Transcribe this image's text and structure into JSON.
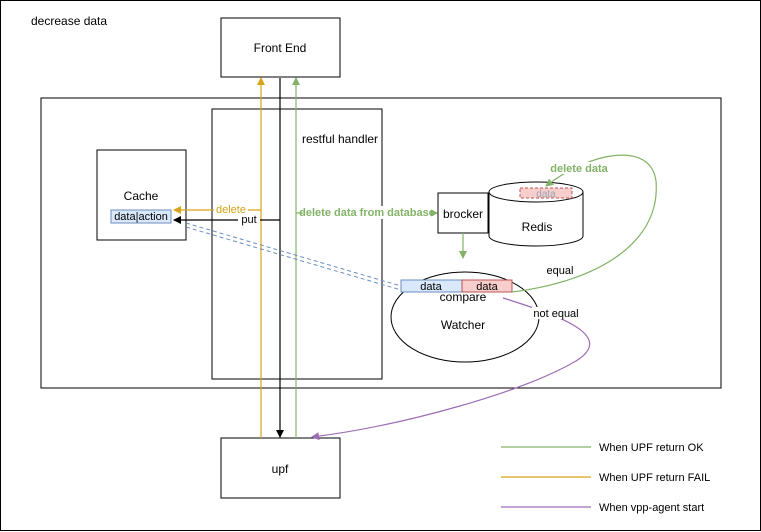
{
  "title": "decrease data",
  "nodes": {
    "front_end": "Front End",
    "restful_handler": "restful handler",
    "cache": "Cache",
    "cache_field": "data|action",
    "broker": "brocker",
    "redis": "Redis",
    "redis_data": "data",
    "watcher": "Watcher",
    "watcher_data_left": "data",
    "watcher_data_right": "data",
    "compare": "compare",
    "upf": "upf"
  },
  "edges": {
    "delete": "delete",
    "put": "put",
    "delete_data_from_database": "delete data from database",
    "delete_data": "delete data",
    "equal": "equal",
    "not_equal": "not equal"
  },
  "legend": [
    {
      "label": "When UPF return OK",
      "color": "#82b366"
    },
    {
      "label": "When UPF return FAIL",
      "color": "#d6a319"
    },
    {
      "label": "When vpp-agent start",
      "color": "#9c6db6"
    }
  ],
  "colors": {
    "ok": "#82b366",
    "fail": "#d6a319",
    "vpp": "#9c6db6",
    "blue_fill": "#dae8fc",
    "blue_stroke": "#6c8ebf",
    "red_fill": "#f8cecc",
    "red_stroke": "#b85450"
  }
}
